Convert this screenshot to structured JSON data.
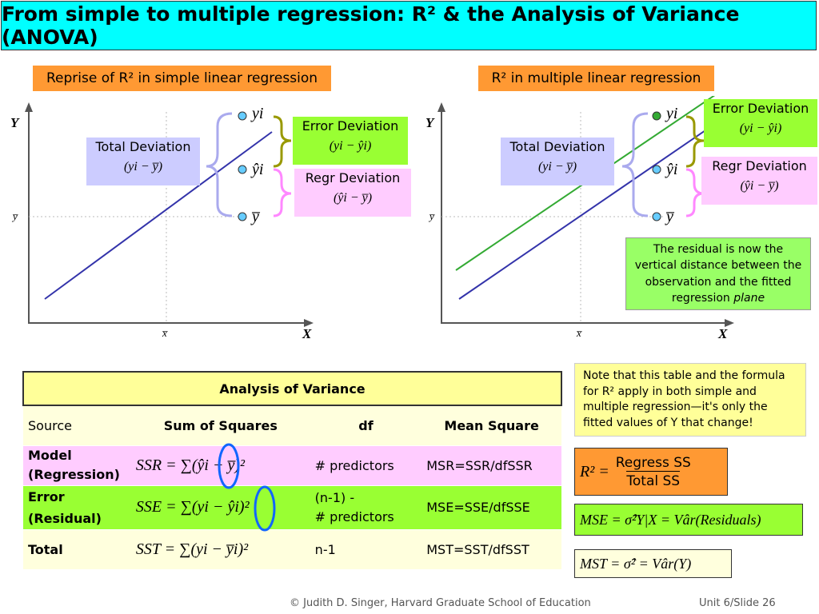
{
  "slide_title": "From simple to multiple regression: R² & the Analysis of Variance (ANOVA)",
  "left_panel": {
    "heading": "Reprise of R² in simple linear regression",
    "y_axis": "Y",
    "x_axis": "X",
    "ybar_tick": "y̅",
    "xbar_tick": "x̅",
    "point_labels": {
      "yi": "yi",
      "yhat": "ŷi",
      "ybar": "y̅"
    },
    "total_dev_label": "Total Deviation",
    "total_dev_formula": "(yi − y̅)",
    "error_dev_label": "Error Deviation",
    "error_dev_formula": "(yi − ŷi)",
    "regr_dev_label": "Regr Deviation",
    "regr_dev_formula": "(ŷi − y̅)"
  },
  "right_panel": {
    "heading": "R² in multiple linear regression",
    "y_axis": "Y",
    "x_axis": "X",
    "ybar_tick": "y̅",
    "xbar_tick": "x̅",
    "point_labels": {
      "yi": "yi",
      "yhat": "ŷi",
      "ybar": "y̅"
    },
    "total_dev_label": "Total Deviation",
    "total_dev_formula": "(yi − y̅)",
    "error_dev_label": "Error Deviation",
    "error_dev_formula": "(yi − ŷi)",
    "regr_dev_label": "Regr Deviation",
    "regr_dev_formula": "(ŷi − y̅)",
    "residual_note_a": "The residual is now the vertical distance between the observation and the fitted regression",
    "residual_note_b": "plane"
  },
  "note": "Note that this table and the formula for R² apply in both simple and multiple regression—it's only the fitted values of Y that change!",
  "anova_table": {
    "title": "Analysis of Variance",
    "columns": [
      "Source",
      "Sum of Squares",
      "df",
      "Mean Square"
    ],
    "rows": [
      {
        "source_a": "Model",
        "source_b": "(Regression)",
        "ss": "SSR = ∑(ŷi − y̅)²",
        "df_a": "# predictors",
        "df_b": "",
        "ms": "MSR=SSR/dfSSR"
      },
      {
        "source_a": "Error",
        "source_b": "(Residual)",
        "ss": "SSE = ∑(yi − ŷi)²",
        "df_a": "(n-1) -",
        "df_b": "# predictors",
        "ms": "MSE=SSE/dfSSE"
      },
      {
        "source_a": "Total",
        "source_b": "",
        "ss": "SST = ∑(yi − y̅i)²",
        "df_a": "n-1",
        "df_b": "",
        "ms": "MST=SST/dfSST"
      }
    ]
  },
  "formulas": {
    "r2_lhs": "R² =",
    "r2_num": "Regress SS",
    "r2_den": "Total SS",
    "mse": "MSE = σ̂²Y|X = Vâr(Residuals)",
    "mst": "MST = σ̂² = Vâr(Y)"
  },
  "footer": {
    "credit": "© Judith D. Singer, Harvard Graduate School of Education",
    "slide": "Unit 6/Slide 26"
  },
  "colors": {
    "title_bg": "#00ffff",
    "heading_bg": "#ff9933",
    "total_bg": "#ccccff",
    "error_bg": "#99ff33",
    "regr_bg": "#ffccff",
    "line_blue": "#3333aa",
    "line_green": "#33aa33"
  }
}
